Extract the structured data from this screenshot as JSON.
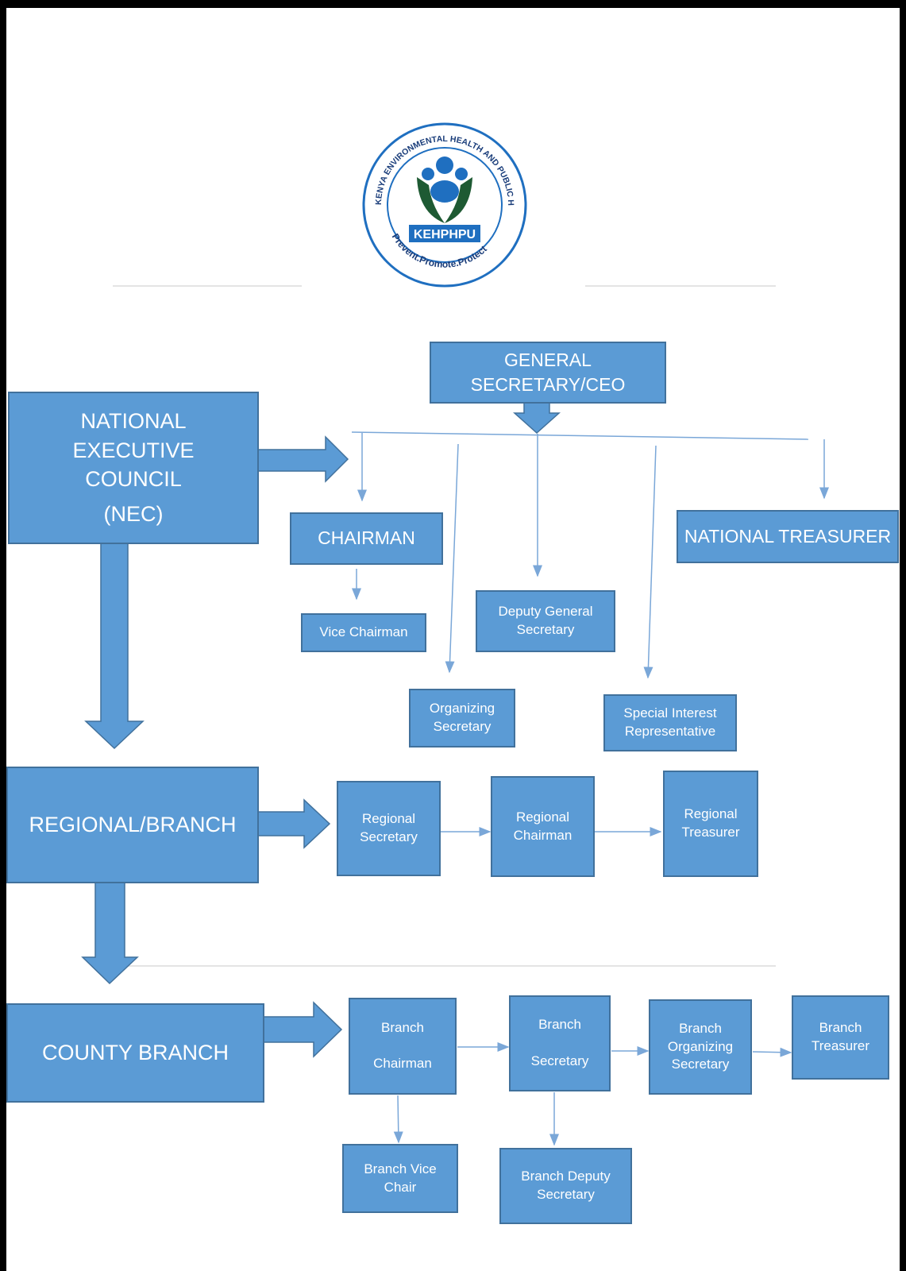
{
  "logo": {
    "ring_text": "KENYA ENVIRONMENTAL HEALTH AND PUBLIC HEALTH PRACTITIONERS UNION",
    "acronym": "KEHPHPU",
    "motto": "Prevent.Promote.Protect"
  },
  "colors": {
    "box_fill": "#5b9bd5",
    "box_border": "#41719c",
    "connector": "#7aa7d8",
    "logo_blue": "#1f6fc0",
    "logo_green": "#1e5a33"
  },
  "boxes": {
    "general_secretary": "GENERAL\nSECRETARY/CEO",
    "nec": "NATIONAL\nEXECUTIVE\nCOUNCIL",
    "nec_abbr": "(NEC)",
    "chairman": "CHAIRMAN",
    "national_treasurer": "NATIONAL TREASURER",
    "vice_chairman": "Vice Chairman",
    "deputy_general_secretary": "Deputy General\nSecretary",
    "organizing_secretary": "Organizing\nSecretary",
    "special_interest": "Special Interest\nRepresentative",
    "regional_branch": "REGIONAL/BRANCH",
    "regional_secretary": "Regional\nSecretary",
    "regional_chairman": "Regional\nChairman",
    "regional_treasurer": "Regional\nTreasurer",
    "county_branch": "COUNTY BRANCH",
    "branch_chairman": "Branch\n\nChairman",
    "branch_secretary": "Branch\n\nSecretary",
    "branch_organizing_secretary": "Branch\nOrganizing\nSecretary",
    "branch_treasurer": "Branch\nTreasurer",
    "branch_vice_chair": "Branch Vice\nChair",
    "branch_deputy_secretary": "Branch Deputy\nSecretary"
  }
}
